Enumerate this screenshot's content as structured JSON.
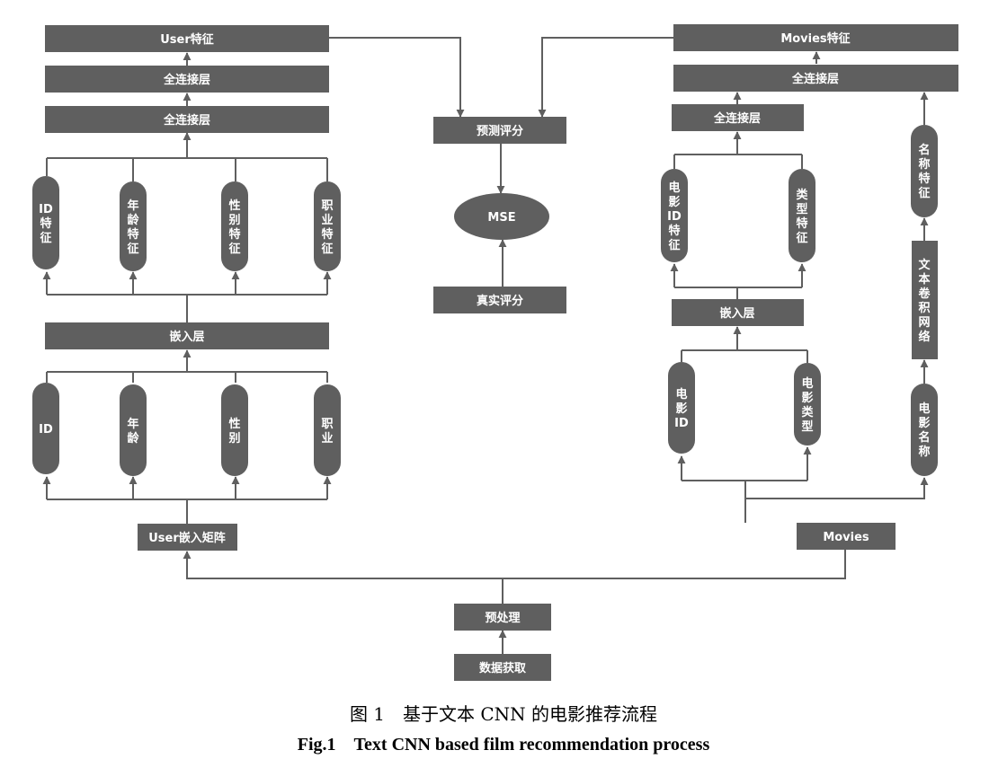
{
  "diagram": {
    "user_feature": "User特征",
    "user_fc2": "全连接层",
    "user_fc1": "全连接层",
    "user_embed_layer": "嵌入层",
    "user_embed_matrix": "User嵌入矩阵",
    "user_feature_pills": [
      "ID\n特\n征",
      "年\n龄\n特\n征",
      "性\n别\n特\n征",
      "职\n业\n特\n征"
    ],
    "user_input_pills": [
      "ID",
      "年\n龄",
      "性\n别",
      "职\n业"
    ],
    "predict_score": "预测评分",
    "mse": "MSE",
    "true_score": "真实评分",
    "preprocess": "预处理",
    "data_acquisition": "数据获取",
    "movies_feature": "Movies特征",
    "movies_fc2": "全连接层",
    "movies_fc1": "全连接层",
    "movies_embed_layer": "嵌入层",
    "movies": "Movies",
    "movie_feature_pills": [
      "电\n影\nID\n特\n征",
      "类\n型\n特\n征"
    ],
    "movie_input_pills": [
      "电\n影\nID",
      "电\n影\n类\n型"
    ],
    "title_feature_pill": "名\n称\n特\n征",
    "text_cnn": "文\n本\n卷\n积\n网\n络",
    "movie_title_pill": "电\n影\n名\n称"
  },
  "caption": {
    "zh": "图 1　基于文本 CNN 的电影推荐流程",
    "en": "Fig.1　Text CNN based film recommendation process"
  },
  "colors": {
    "box": "#5f5f5f",
    "text": "#ffffff"
  }
}
